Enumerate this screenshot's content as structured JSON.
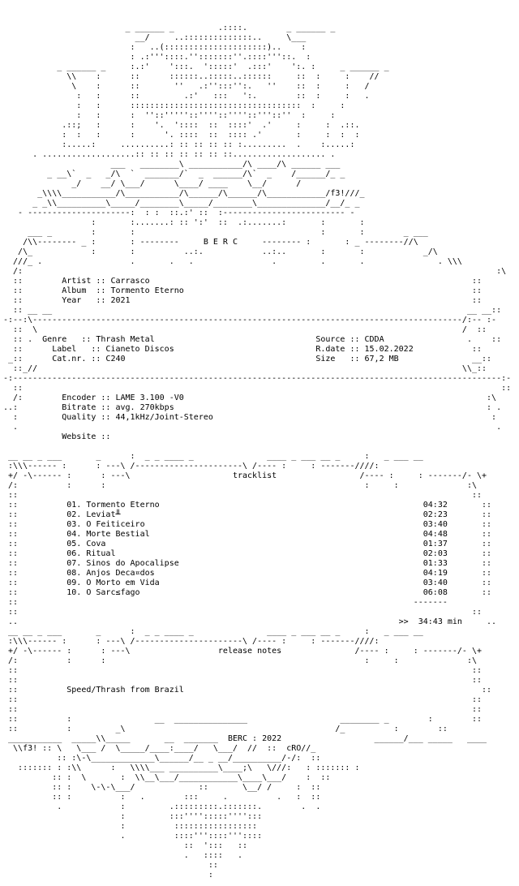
{
  "group": "B E R C",
  "tag": "f3!",
  "signature": "cRO",
  "artist_label": "Artist",
  "artist": "Carrasco",
  "album_label": "Album",
  "album": "Tormento Eterno",
  "year_label": "Year",
  "year": "2021",
  "genre_label": "Genre",
  "genre": "Thrash Metal",
  "label_label": "Label",
  "label": "Cianeto Discos",
  "catnr_label": "Cat.nr.",
  "catnr": "C240",
  "source_label": "Source",
  "source": "CDDA",
  "rdate_label": "R.date",
  "rdate": "15.02.2022",
  "size_label": "Size",
  "size": "67,2 MB",
  "encoder_label": "Encoder",
  "encoder": "LAME 3.100 -V0",
  "bitrate_label": "Bitrate",
  "bitrate": "avg. 270kbps",
  "quality_label": "Quality",
  "quality": "44,1kHz/Joint-Stereo",
  "website_label": "Website",
  "tracklist_title": "tracklist",
  "tracks": [
    {
      "no": "01.",
      "title": "Tormento Eterno",
      "time": "04:32"
    },
    {
      "no": "02.",
      "title": "Leviat╨",
      "time": "02:23"
    },
    {
      "no": "03.",
      "title": "O Feiticeiro",
      "time": "03:40"
    },
    {
      "no": "04.",
      "title": "Morte Bestial",
      "time": "04:48"
    },
    {
      "no": "05.",
      "title": "Cova",
      "time": "01:37"
    },
    {
      "no": "06.",
      "title": "Ritual",
      "time": "02:03"
    },
    {
      "no": "07.",
      "title": "Sinos do Apocalipse",
      "time": "01:33"
    },
    {
      "no": "08.",
      "title": "Anjos Deca¤dos",
      "time": "04:19"
    },
    {
      "no": "09.",
      "title": "O Morto em Vida",
      "time": "03:40"
    },
    {
      "no": "10.",
      "title": "O Sarc≤fago",
      "time": "06:08"
    }
  ],
  "total_marker": ">>",
  "total": "34:43 min",
  "release_notes_title": "release notes",
  "release_notes": "Speed/Thrash from Brazil",
  "footer": "BERC : 2022"
}
